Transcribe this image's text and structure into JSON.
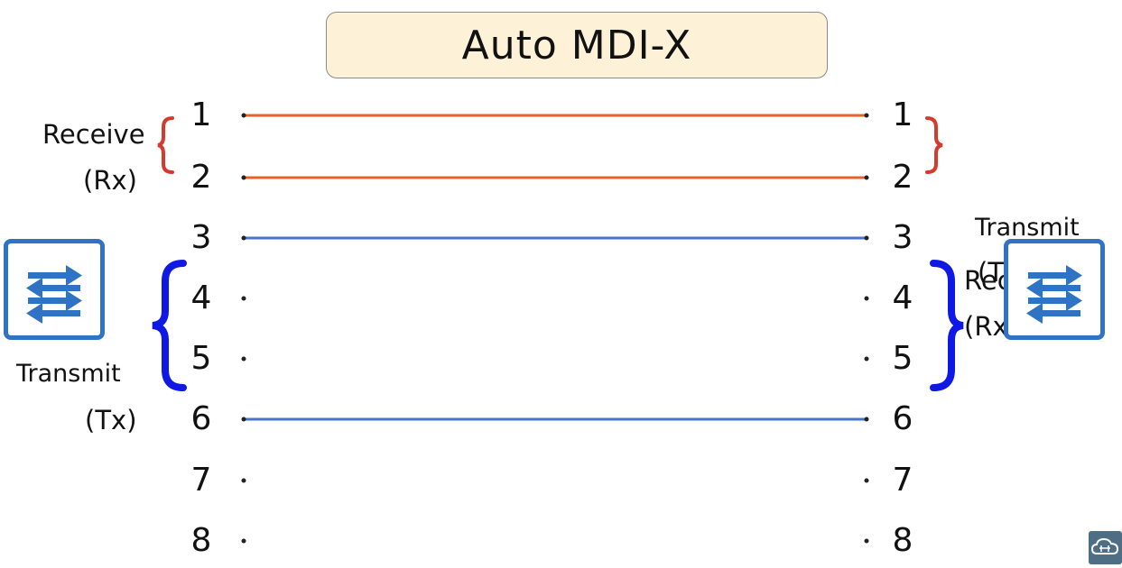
{
  "title": "Auto MDI-X",
  "pins": [
    "1",
    "2",
    "3",
    "4",
    "5",
    "6",
    "7",
    "8"
  ],
  "left_labels": {
    "receive": "Receive",
    "receive_abbr": "(Rx)",
    "transmit": "Transmit",
    "transmit_abbr": "(Tx)"
  },
  "right_labels": {
    "transmit": "Transmit",
    "transmit_abbr_partial": "(T",
    "receive_partial": "Rec",
    "receive_abbr_partial": "(Rx"
  },
  "colors": {
    "receive_wire": "#e8602a",
    "transmit_wire": "#4a74c9",
    "receive_brace": "#d53a2e",
    "transmit_brace": "#1018e6",
    "switch_icon": "#2e73c4",
    "title_bg": "#fdf2d8"
  },
  "icons": [
    "switch-icon",
    "switch-icon",
    "cloud-network-icon"
  ]
}
